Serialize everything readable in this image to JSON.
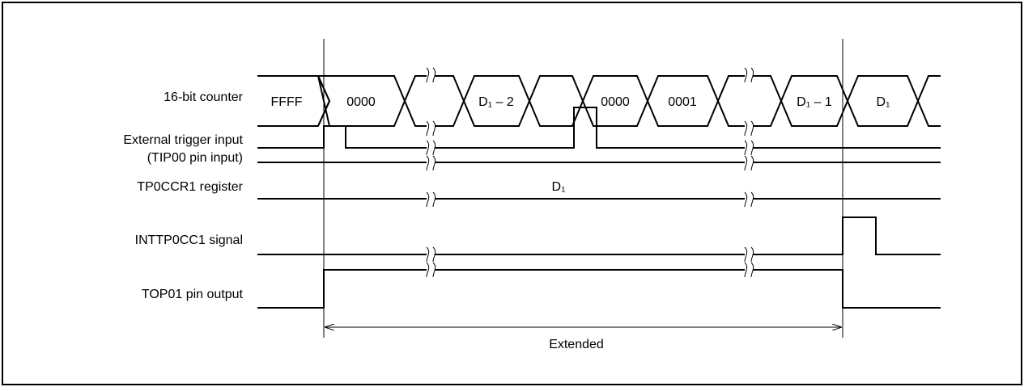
{
  "signals": {
    "counter": {
      "label": "16-bit counter",
      "values": [
        "FFFF",
        "0000",
        "D₁ – 2",
        "0000",
        "0001",
        "D₁ – 1",
        "D₁"
      ]
    },
    "trigger": {
      "label_line1": "External trigger input",
      "label_line2": "(TIP00 pin input)"
    },
    "register": {
      "label": "TP0CCR1 register",
      "value": "D₁"
    },
    "interrupt": {
      "label": "INTTP0CC1 signal"
    },
    "output": {
      "label": "TOP01 pin output"
    }
  },
  "annotation": {
    "extended": "Extended"
  }
}
